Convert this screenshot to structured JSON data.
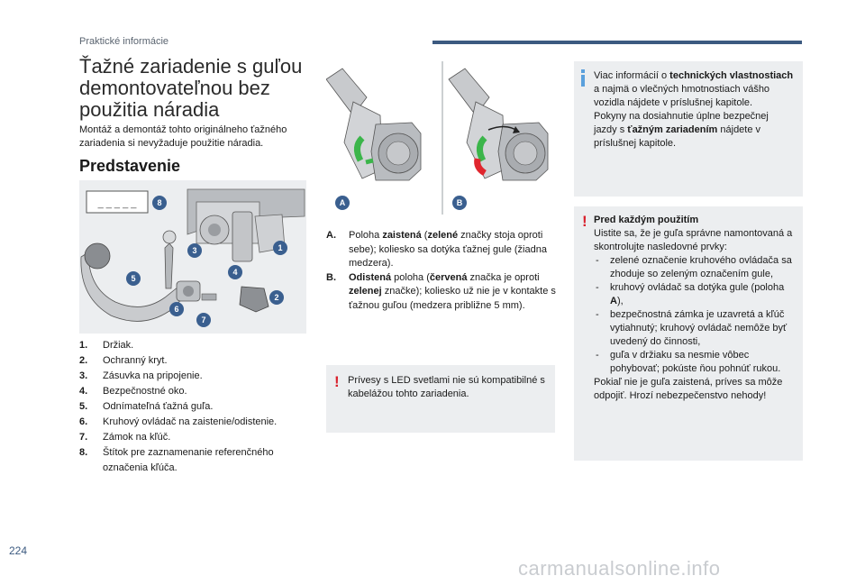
{
  "header": {
    "section": "Praktické informácie"
  },
  "title": "Ťažné zariadenie s guľou demontovateľnou bez použitia náradia",
  "intro": "Montáž a demontáž tohto originálneho ťažného zariadenia si nevyžaduje použitie náradia.",
  "section_heading": "Predstavenie",
  "figure1": {
    "plate_text": "_ _ _ _ _",
    "callouts": [
      "8",
      "3",
      "1",
      "5",
      "4",
      "2",
      "6",
      "7"
    ]
  },
  "parts": [
    {
      "num": "1.",
      "text": "Držiak."
    },
    {
      "num": "2.",
      "text": "Ochranný kryt."
    },
    {
      "num": "3.",
      "text": "Zásuvka na pripojenie."
    },
    {
      "num": "4.",
      "text": "Bezpečnostné oko."
    },
    {
      "num": "5.",
      "text": "Odnímateľná ťažná guľa."
    },
    {
      "num": "6.",
      "text": "Kruhový ovládač na zaistenie/odistenie."
    },
    {
      "num": "7.",
      "text": "Zámok na kľúč."
    },
    {
      "num": "8.",
      "text": "Štítok pre zaznamenanie referenčného označenia kľúča."
    }
  ],
  "figure2": {
    "label_a": "A",
    "label_b": "B"
  },
  "positions": {
    "a": {
      "tag": "A.",
      "t1": "Poloha ",
      "b1": "zaistená",
      "t2": " (",
      "b2": "zelené",
      "t3": " značky stoja oproti sebe); koliesko sa dotýka ťažnej gule (žiadna medzera)."
    },
    "b": {
      "tag": "B.",
      "b1": "Odistená",
      "t1": " poloha (",
      "b2": "červená",
      "t2": " značka je oproti ",
      "b3": "zelenej",
      "t3": " značke); koliesko už nie je v kontakte s ťažnou guľou (medzera približne 5 mm)."
    }
  },
  "warning_led": "Prívesy s LED svetlami nie sú kompatibilné s kabelážou tohto zariadenia.",
  "info": {
    "t1": "Viac informácií o ",
    "b1": "technických vlastnostiach",
    "t2": " a najmä o vlečných hmotnostiach vášho vozidla nájdete v príslušnej kapitole.",
    "t3": "Pokyny na dosiahnutie úplne bezpečnej jazdy s ",
    "b2": "ťažným zariadením",
    "t4": " nájdete v príslušnej kapitole."
  },
  "check": {
    "title": "Pred každým použitím",
    "intro": "Uistite sa, že je guľa správne namontovaná a skontrolujte nasledovné prvky:",
    "item1": "zelené označenie kruhového ovládača sa zhoduje so zeleným označením gule,",
    "item2_a": "kruhový ovládač sa dotýka gule (poloha ",
    "item2_b": "A",
    "item2_c": "),",
    "item3": "bezpečnostná zámka je uzavretá a kľúč vytiahnutý; kruhový ovládač nemôže byť uvedený do činnosti,",
    "item4": "guľa v držiaku sa nesmie vôbec pohybovať; pokúste ňou pohnúť rukou.",
    "outro": "Pokiaľ nie je guľa zaistená, príves sa môže odpojiť. Hrozí nebezpečenstvo nehody!"
  },
  "warning_mark": "!",
  "page_number": "224",
  "watermark": "carmanualsonline.info",
  "colors": {
    "accent": "#3c5a80",
    "callout": "#3a5f8f",
    "warning": "#d9202c",
    "info": "#5aa0dc",
    "green_mark": "#3bb54a",
    "red_mark": "#e0262e"
  }
}
